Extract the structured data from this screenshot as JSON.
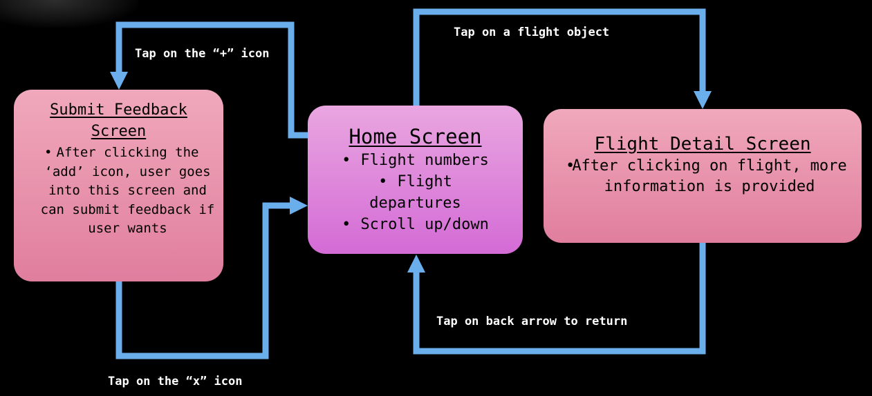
{
  "colors": {
    "background": "#000000",
    "arrow": "#6aaeec",
    "feedback_node": "#eb93b0",
    "home_node": "#df8ade",
    "detail_node": "#eb93b0"
  },
  "nodes": {
    "feedback": {
      "title_line1": "Submit Feedback",
      "title_line2": "Screen",
      "bullet": "•",
      "body": "After clicking the ‘add’ icon, user goes into this screen and can submit feedback if user wants"
    },
    "home": {
      "title": "Home Screen",
      "bullet": "•",
      "items": [
        "Flight numbers",
        "Flight departures",
        "Scroll up/down"
      ]
    },
    "detail": {
      "title": "Flight Detail Screen",
      "bullet": "•",
      "body": "After clicking on flight, more information is provided"
    }
  },
  "edges": {
    "plus_icon": "Tap on the “+” icon",
    "x_icon": "Tap on the “x” icon",
    "flight_object": "Tap on a flight object",
    "back_arrow": "Tap on back arrow to return"
  }
}
